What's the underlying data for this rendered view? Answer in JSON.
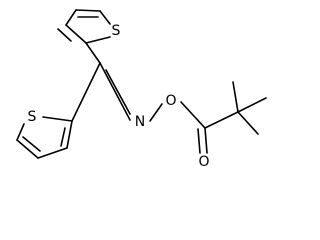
{
  "atom_labels": {
    "s_top": "S",
    "s_left": "S",
    "n_imine": "N",
    "o_ester": "O",
    "o_carbonyl": "O"
  }
}
